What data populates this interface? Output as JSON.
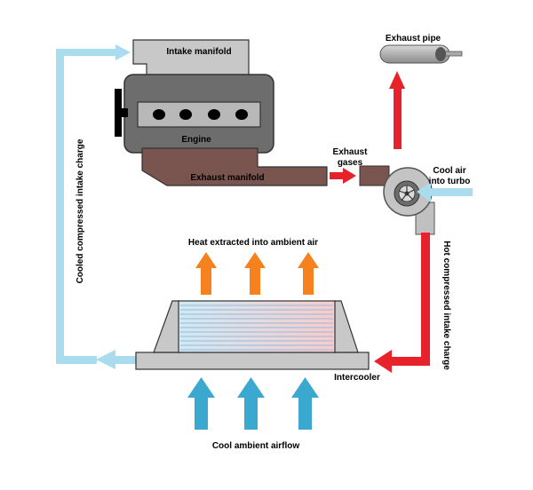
{
  "labels": {
    "intake_manifold": "Intake manifold",
    "engine": "Engine",
    "exhaust_manifold": "Exhaust manifold",
    "exhaust_gases_line1": "Exhaust",
    "exhaust_gases_line2": "gases",
    "exhaust_pipe": "Exhaust pipe",
    "cool_air_line1": "Cool air",
    "cool_air_line2": "into turbo",
    "hot_charge": "Hot compressed intake charge",
    "cooled_charge": "Cooled compressed intake charge",
    "heat_extracted": "Heat extracted into ambient air",
    "intercooler": "Intercooler",
    "cool_airflow": "Cool ambient airflow"
  },
  "colors": {
    "cool_pipe": "#a9dcef",
    "hot_pipe": "#e8222b",
    "heat_arrow": "#f5821f",
    "ambient_arrow": "#3aa8cf",
    "metal": "#c8c8c8",
    "engine_block": "#6d6d6d",
    "exhaust_manifold": "#7a5550"
  },
  "icons": [
    "engine-icon",
    "turbocharger-icon",
    "exhaust-pipe-icon",
    "intercooler-icon"
  ]
}
